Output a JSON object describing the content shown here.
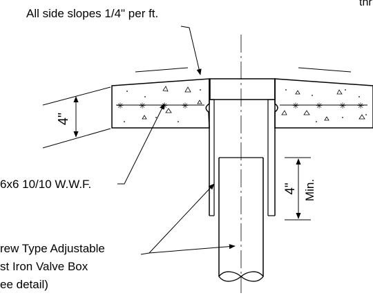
{
  "labels": {
    "top_right_partial": "thr",
    "slope_note": "All side slopes 1/4\" per ft.",
    "slab_thickness": "4\"",
    "wwf": "6x6 10/10 W.W.F.",
    "min_depth_value": "4\"",
    "min_depth_suffix": "Min.",
    "valve_box_line1": "rew Type Adjustable",
    "valve_box_line2": "st Iron Valve Box",
    "valve_box_line3": "ee detail)"
  },
  "colors": {
    "line": "#000000",
    "background": "#ffffff"
  }
}
